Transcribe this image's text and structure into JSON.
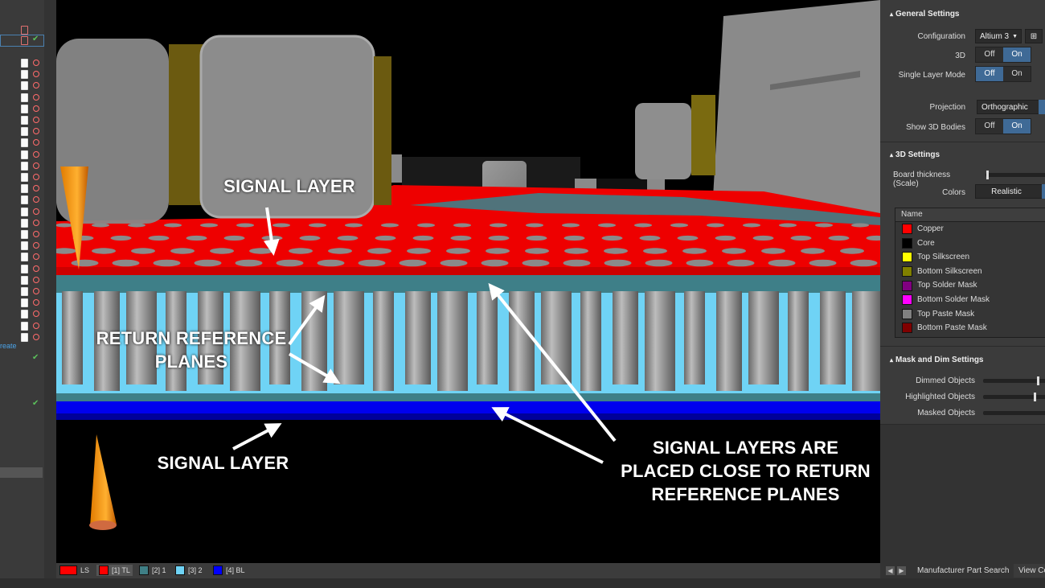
{
  "annotations": {
    "signal_layer_top": "SIGNAL LAYER",
    "return_planes": "RETURN REFERENCE PLANES",
    "signal_layer_bottom": "SIGNAL LAYER",
    "callout": "SIGNAL LAYERS ARE PLACED CLOSE TO RETURN REFERENCE PLANES"
  },
  "left_panel": {
    "create_link": "reate"
  },
  "layer_tabs": [
    {
      "label": "LS",
      "color": "#ff0000"
    },
    {
      "label": "[1] TL",
      "color": "#ff0000"
    },
    {
      "label": "[2] 1",
      "color": "#3f7f86"
    },
    {
      "label": "[3] 2",
      "color": "#6fd3f5"
    },
    {
      "label": "[4] BL",
      "color": "#0000ff"
    }
  ],
  "panel": {
    "general": {
      "title": "General Settings",
      "configuration_label": "Configuration",
      "configuration_value": "Altium 3",
      "d3_label": "3D",
      "single_layer_label": "Single Layer Mode",
      "projection_label": "Projection",
      "projection_value": "Orthographic",
      "show_bodies_label": "Show 3D Bodies",
      "off": "Off",
      "on": "On"
    },
    "settings3d": {
      "title": "3D Settings",
      "board_thickness_label": "Board thickness (Scale)",
      "colors_label": "Colors",
      "colors_value": "Realistic",
      "name_header": "Name",
      "colors": [
        {
          "name": "Copper",
          "color": "#ff0000"
        },
        {
          "name": "Core",
          "color": "#000000"
        },
        {
          "name": "Top Silkscreen",
          "color": "#ffff00"
        },
        {
          "name": "Bottom Silkscreen",
          "color": "#808000"
        },
        {
          "name": "Top Solder Mask",
          "color": "#800080"
        },
        {
          "name": "Bottom Solder Mask",
          "color": "#ff00ff"
        },
        {
          "name": "Top Paste Mask",
          "color": "#808080"
        },
        {
          "name": "Bottom Paste Mask",
          "color": "#800000"
        }
      ]
    },
    "mask": {
      "title": "Mask and Dim Settings",
      "dimmed_label": "Dimmed Objects",
      "highlighted_label": "Highlighted Objects",
      "masked_label": "Masked Objects",
      "dimmed_level": 0.85,
      "highlighted_level": 0.8,
      "masked_level": 1.0
    },
    "bottom_tabs": {
      "manufacturer": "Manufacturer Part Search",
      "view": "View Co"
    }
  }
}
